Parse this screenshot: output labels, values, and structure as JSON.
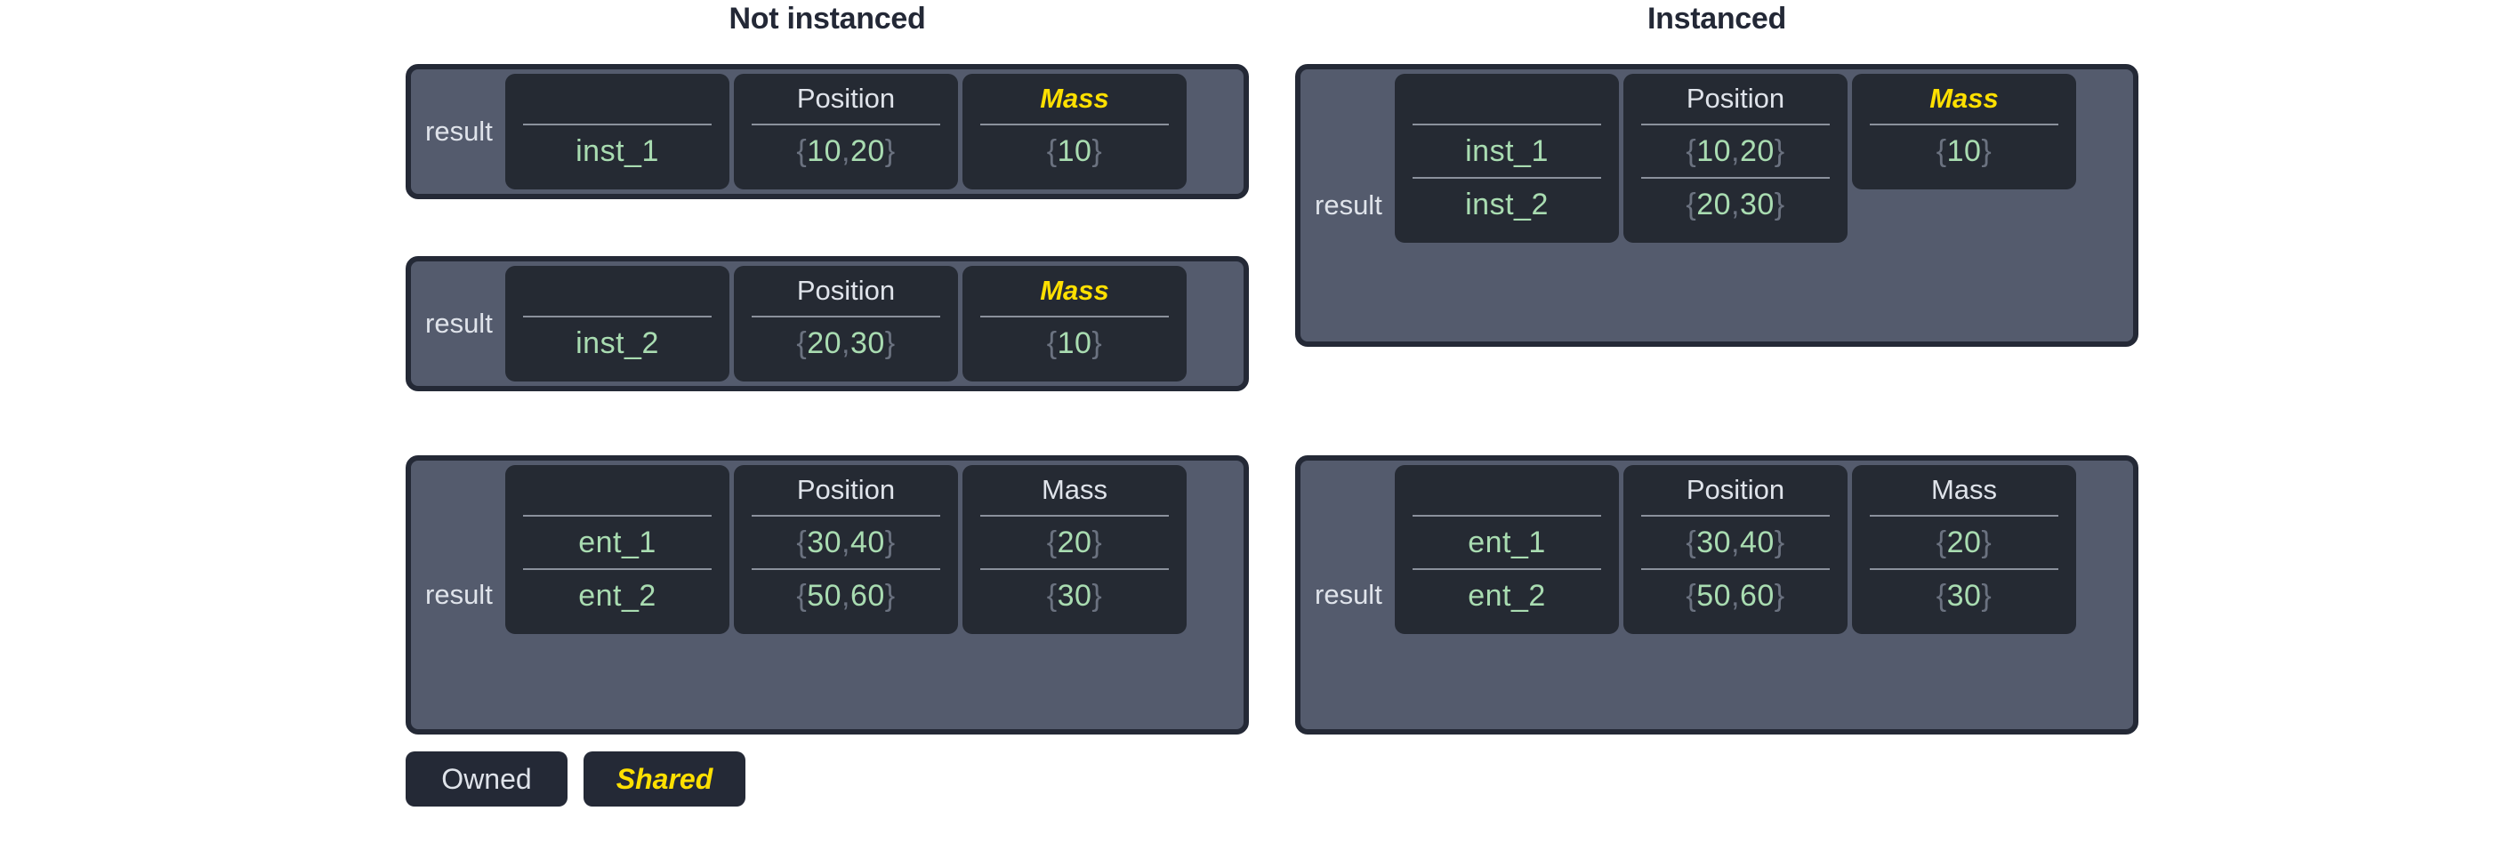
{
  "panels": {
    "left": {
      "title": "Not instanced"
    },
    "right": {
      "title": "Instanced"
    }
  },
  "labels": {
    "result": "result",
    "name_header": "",
    "position_header": "Position",
    "mass_header": "Mass"
  },
  "colors": {
    "page_background": "#ffffff",
    "title_text": "#232836",
    "card_border": "#242936",
    "card_background": "#545b6d",
    "column_background": "#252a33",
    "header_text": "#dfe3ea",
    "shared_accent": "#ffe000",
    "value_text": "#a9dcb1",
    "brace_text": "#6b7280",
    "divider": "#8b919c"
  },
  "cards": [
    {
      "id": "card-l1",
      "panel": "left",
      "label": "result",
      "columns": [
        {
          "name": "name",
          "header": "",
          "shared": false,
          "rows": [
            "inst_1"
          ]
        },
        {
          "name": "position",
          "header": "Position",
          "shared": false,
          "rows": [
            "{10, 20}"
          ]
        },
        {
          "name": "mass",
          "header": "Mass",
          "shared": true,
          "rows": [
            "{10}"
          ]
        }
      ]
    },
    {
      "id": "card-l2",
      "panel": "left",
      "label": "result",
      "columns": [
        {
          "name": "name",
          "header": "",
          "shared": false,
          "rows": [
            "inst_2"
          ]
        },
        {
          "name": "position",
          "header": "Position",
          "shared": false,
          "rows": [
            "{20, 30}"
          ]
        },
        {
          "name": "mass",
          "header": "Mass",
          "shared": true,
          "rows": [
            "{10}"
          ]
        }
      ]
    },
    {
      "id": "card-l3",
      "panel": "left",
      "label": "result",
      "columns": [
        {
          "name": "name",
          "header": "",
          "shared": false,
          "rows": [
            "ent_1",
            "ent_2"
          ]
        },
        {
          "name": "position",
          "header": "Position",
          "shared": false,
          "rows": [
            "{30, 40}",
            "{50, 60}"
          ]
        },
        {
          "name": "mass",
          "header": "Mass",
          "shared": false,
          "rows": [
            "{20}",
            "{30}"
          ]
        }
      ]
    },
    {
      "id": "card-r1",
      "panel": "right",
      "label": "result",
      "columns": [
        {
          "name": "name",
          "header": "",
          "shared": false,
          "rows": [
            "inst_1",
            "inst_2"
          ]
        },
        {
          "name": "position",
          "header": "Position",
          "shared": false,
          "rows": [
            "{10, 20}",
            "{20, 30}"
          ]
        },
        {
          "name": "mass",
          "header": "Mass",
          "shared": true,
          "rows": [
            "{10}"
          ]
        }
      ]
    },
    {
      "id": "card-r2",
      "panel": "right",
      "label": "result",
      "columns": [
        {
          "name": "name",
          "header": "",
          "shared": false,
          "rows": [
            "ent_1",
            "ent_2"
          ]
        },
        {
          "name": "position",
          "header": "Position",
          "shared": false,
          "rows": [
            "{30, 40}",
            "{50, 60}"
          ]
        },
        {
          "name": "mass",
          "header": "Mass",
          "shared": false,
          "rows": [
            "{20}",
            "{30}"
          ]
        }
      ]
    }
  ],
  "legend": {
    "items": [
      {
        "label": "Owned",
        "shared": false
      },
      {
        "label": "Shared",
        "shared": true
      }
    ]
  }
}
